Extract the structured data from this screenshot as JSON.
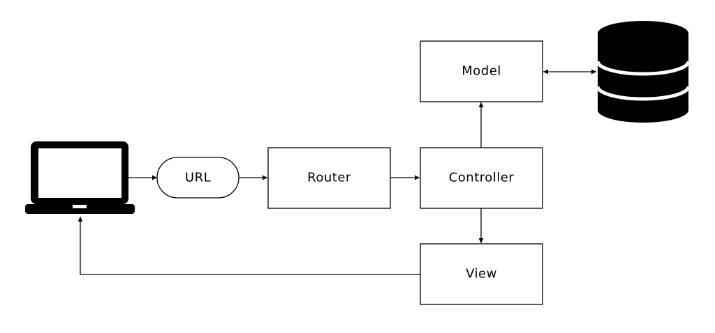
{
  "nodes": {
    "url": {
      "label": "URL"
    },
    "router": {
      "label": "Router"
    },
    "controller": {
      "label": "Controller"
    },
    "model": {
      "label": "Model"
    },
    "view": {
      "label": "View"
    }
  },
  "icons": {
    "client": "laptop-icon",
    "database": "database-icon"
  },
  "colors": {
    "stroke": "#000000",
    "fill": "#ffffff",
    "icon": "#000000"
  }
}
